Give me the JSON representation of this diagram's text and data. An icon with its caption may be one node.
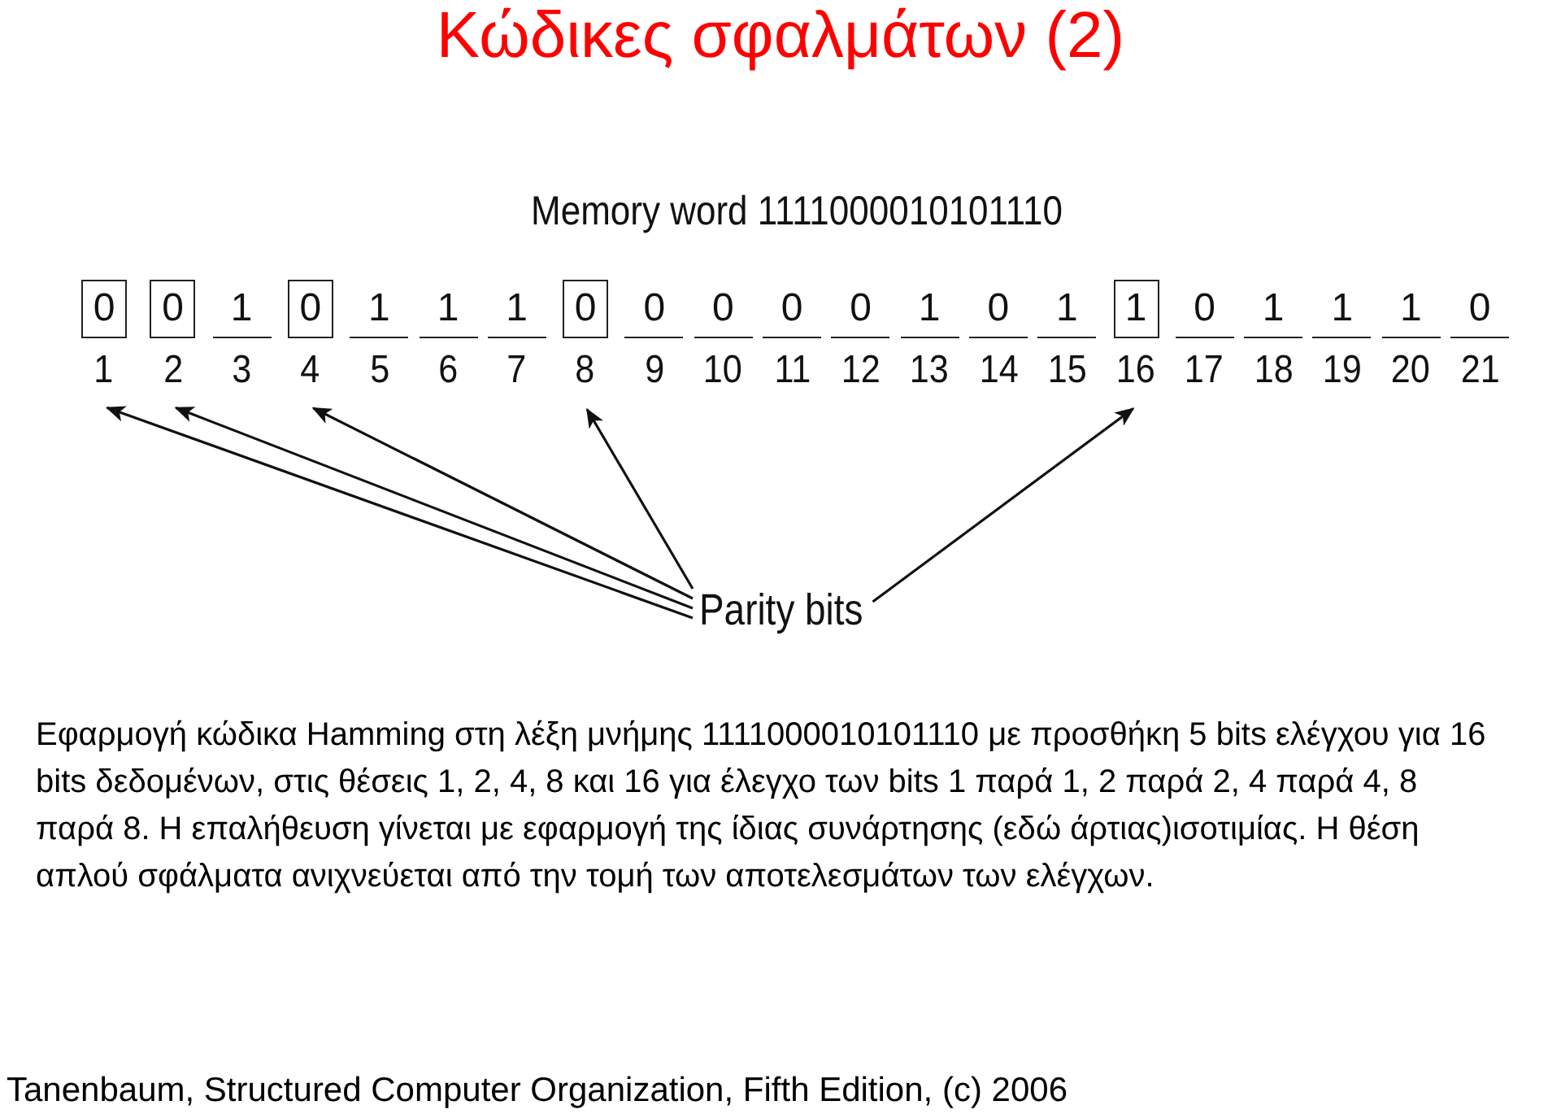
{
  "diagram": {
    "title": "Κώδικες σφαλμάτων (2)",
    "nodes": [
      {
        "text": [
          "0"
        ],
        "beside": [
          "1"
        ]
      },
      {
        "text": [
          "0"
        ],
        "beside": [
          "2"
        ]
      },
      {
        "text": [
          "1"
        ],
        "beside": [
          "3"
        ]
      },
      {
        "text": [
          "0"
        ],
        "beside": [
          "4"
        ]
      },
      {
        "text": [
          "1"
        ],
        "beside": [
          "5"
        ]
      },
      {
        "text": [
          "1"
        ],
        "beside": [
          "6"
        ]
      },
      {
        "text": [
          "1"
        ],
        "beside": [
          "7"
        ]
      },
      {
        "text": [
          "0"
        ],
        "beside": [
          "8"
        ]
      },
      {
        "text": [
          "0"
        ],
        "beside": [
          "9"
        ]
      },
      {
        "text": [
          "0"
        ],
        "beside": [
          "10"
        ]
      },
      {
        "text": [
          "0"
        ],
        "beside": [
          "11"
        ]
      },
      {
        "text": [
          "0"
        ],
        "beside": [
          "12"
        ]
      },
      {
        "text": [
          "1"
        ],
        "beside": [
          "13"
        ]
      },
      {
        "text": [
          "0"
        ],
        "beside": [
          "14"
        ]
      },
      {
        "text": [
          "1"
        ],
        "beside": [
          "15"
        ]
      },
      {
        "text": [
          "1"
        ],
        "beside": [
          "16"
        ]
      },
      {
        "text": [
          "0"
        ],
        "beside": [
          "17"
        ]
      },
      {
        "text": [
          "1"
        ],
        "beside": [
          "18"
        ]
      },
      {
        "text": [
          "1"
        ],
        "beside": [
          "19"
        ]
      },
      {
        "text": [
          "1"
        ],
        "beside": [
          "20"
        ]
      },
      {
        "text": [
          "0"
        ],
        "beside": [
          "21"
        ]
      },
      {
        "text": [
          "Parity bits"
        ]
      }
    ],
    "edges": [
      {
        "from": 21,
        "to": 0,
        "arrow": "to"
      },
      {
        "from": 21,
        "to": 1,
        "arrow": "to"
      },
      {
        "from": 21,
        "to": 3,
        "arrow": "to"
      },
      {
        "from": 21,
        "to": 7,
        "arrow": "to"
      },
      {
        "from": 21,
        "to": 15,
        "arrow": "to"
      }
    ],
    "labels": [
      "Memory word 1111000010101110",
      "Εφαρμογή κώδικα Hamming στη λέξη μνήμης 1111000010101110 με προσθήκη 5 bits ελέγχου για 16 bits δεδομένων, στις θέσεις 1, 2, 4, 8 και 16 για έλεγχο των bits 1 παρά 1, 2 παρά 2, 4 παρά 4, 8 παρά 8. Η επαλήθευση γίνεται με εφαρμογή της ίδιας συνάρτησης (εδώ άρτιας)ισοτιμίας. Η θέση απλού σφάλματα ανιχνεύεται από την τομή των αποτελεσμάτων των ελέγχων.",
      "Tanenbaum, Structured Computer Organization, Fifth Edition, (c) 2006"
    ]
  }
}
